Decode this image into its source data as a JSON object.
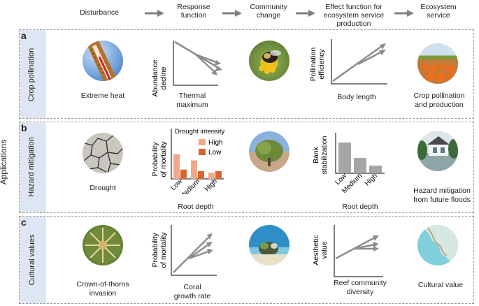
{
  "headers": {
    "disturbance": "Disturbance",
    "response": "Response\nfunction",
    "community": "Community\nchange",
    "effect": "Effect function for\necosystem service\nproduction",
    "service": "Ecosystem\nservice"
  },
  "applications_label": "Applications",
  "rows": [
    {
      "letter": "a",
      "title": "Crop pollination",
      "disturbance_caption": "Extreme heat",
      "response_ylabel": "Abundance\ndecline",
      "response_xlabel": "Thermal\nmaximum",
      "effect_ylabel": "Pollination\nefficiency",
      "effect_xlabel": "Body length",
      "service_caption": "Crop pollination\nand production"
    },
    {
      "letter": "b",
      "title": "Hazard mitigation",
      "disturbance_caption": "Drought",
      "response_ylabel": "Probability\nof mortality",
      "response_xlabel": "Root depth",
      "legend_title": "Drought intensity",
      "legend_high": "High",
      "legend_low": "Low",
      "effect_ylabel": "Bank\nstabilization",
      "effect_xlabel": "Root depth",
      "service_caption": "Hazard mitigation\nfrom future floods"
    },
    {
      "letter": "c",
      "title": "Cultural values",
      "disturbance_caption": "Crown-of-thorns\ninvasion",
      "response_ylabel": "Probability\nof mortality",
      "response_xlabel": "Coral\ngrowth rate",
      "effect_ylabel": "Aesthetic\nvalue",
      "effect_xlabel": "Reef community\ndiversity",
      "service_caption": "Cultural value"
    }
  ],
  "chart_data": [
    {
      "type": "bar",
      "categories": [
        "Low",
        "Medium",
        "High"
      ],
      "series": [
        {
          "name": "High",
          "values": [
            0.8,
            0.6,
            0.2
          ]
        },
        {
          "name": "Low",
          "values": [
            0.3,
            0.25,
            0.25
          ]
        }
      ],
      "xlabel": "Root depth",
      "ylabel": "Probability of mortality",
      "colors": {
        "High": "#f0a88a",
        "Low": "#d9662e"
      }
    },
    {
      "type": "bar",
      "categories": [
        "Low",
        "Medium",
        "High"
      ],
      "values": [
        1.0,
        0.5,
        0.25
      ],
      "xlabel": "Root depth",
      "ylabel": "Bank stabilization",
      "colors": {
        "bars": "#a6a6a6"
      }
    }
  ],
  "colors": {
    "row_label_bg": "#dfe6f3",
    "arrow": "#808080",
    "line": "#8c8c8c"
  }
}
